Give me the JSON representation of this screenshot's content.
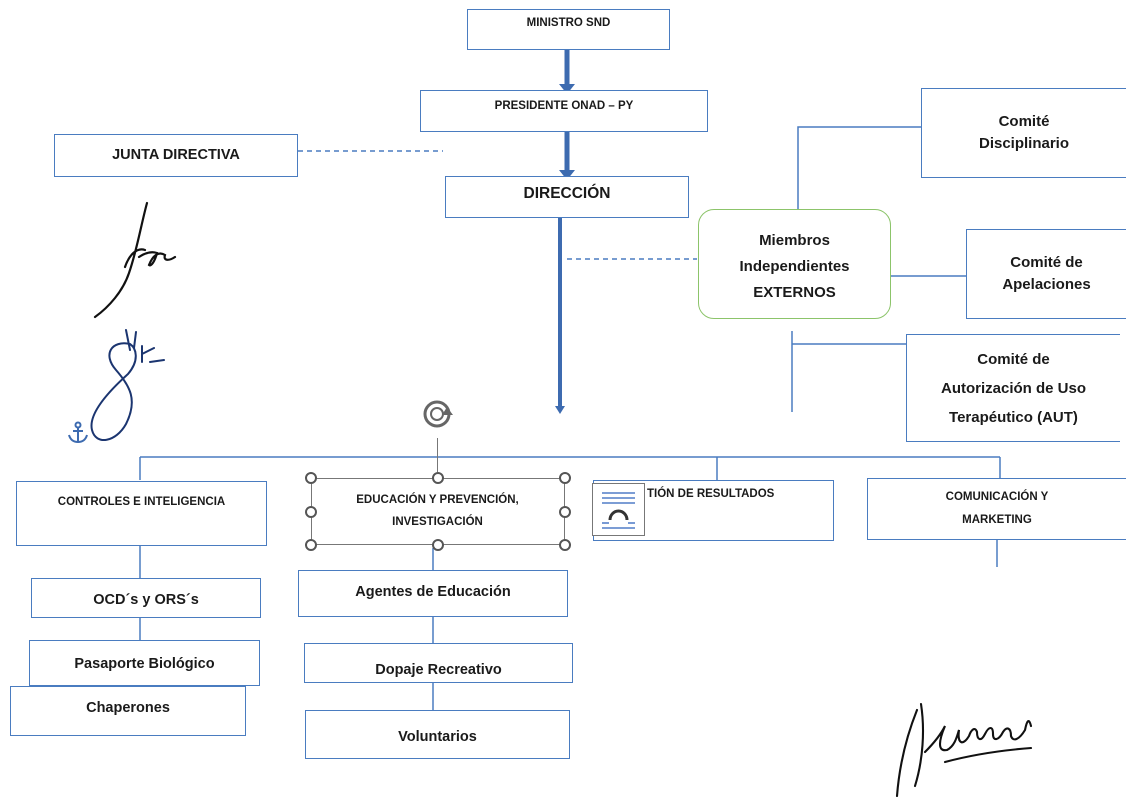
{
  "nodes": {
    "ministro": "MINISTRO SND",
    "presidente": "PRESIDENTE ONAD – PY",
    "junta": "JUNTA DIRECTIVA",
    "direccion": "DIRECCIÓN",
    "comite_disciplinario": [
      "Comité",
      "Disciplinario"
    ],
    "miembros": [
      "Miembros",
      "Independientes",
      "EXTERNOS"
    ],
    "comite_apelaciones": [
      "Comité de",
      "Apelaciones"
    ],
    "comite_aut": [
      "Comité de",
      "Autorización de Uso",
      "Terapéutico (AUT)"
    ],
    "controles": "CONTROLES E INTELIGENCIA",
    "educacion": [
      "EDUCACIÓN Y PREVENCIÓN,",
      "INVESTIGACIÓN"
    ],
    "gestion": "TIÓN DE RESULTADOS",
    "comunicacion": [
      "COMUNICACIÓN Y",
      "MARKETING"
    ],
    "ocd": "OCD´s y ORS´s",
    "pasaporte": "Pasaporte Biológico",
    "chaperones": "Chaperones",
    "agentes": "Agentes de Educación",
    "dopaje": "Dopaje Recreativo",
    "voluntarios": "Voluntarios"
  },
  "icons": {
    "rotate": "rotate-handle-icon",
    "layout": "layout-options-icon",
    "anchor": "anchor-icon"
  },
  "colors": {
    "box_border": "#4a7cc0",
    "arrow": "#3d6bb0",
    "rounded_border": "#8cc46a",
    "text": "#1a1a1a"
  }
}
